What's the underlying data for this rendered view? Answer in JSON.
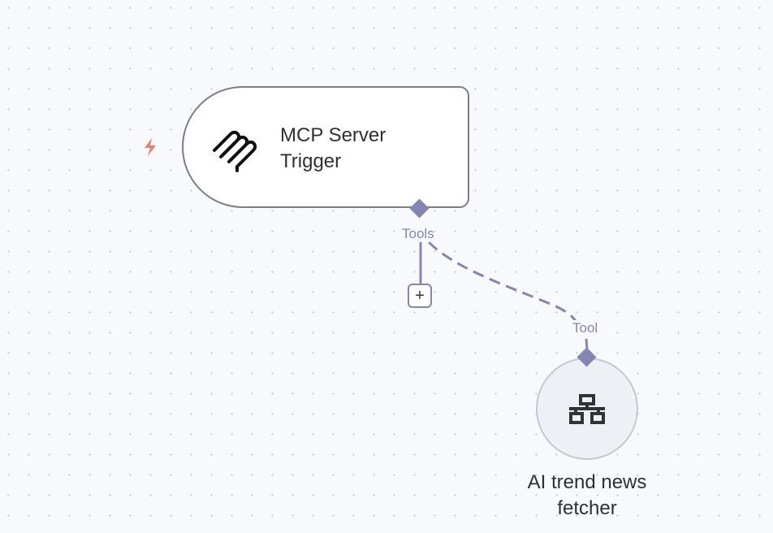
{
  "nodes": {
    "trigger": {
      "title": "MCP Server Trigger",
      "title_line1": "MCP Server",
      "title_line2": "Trigger",
      "icon": "mcp-icon",
      "badge_icon": "lightning-icon"
    },
    "tool": {
      "title_line1": "AI trend news",
      "title_line2": "fetcher",
      "icon": "network-icon"
    }
  },
  "connections": {
    "output_label": "Tools",
    "input_label": "Tool",
    "add_label": "+"
  },
  "colors": {
    "connector": "#8585b5",
    "trigger_badge": "#e5806b"
  }
}
